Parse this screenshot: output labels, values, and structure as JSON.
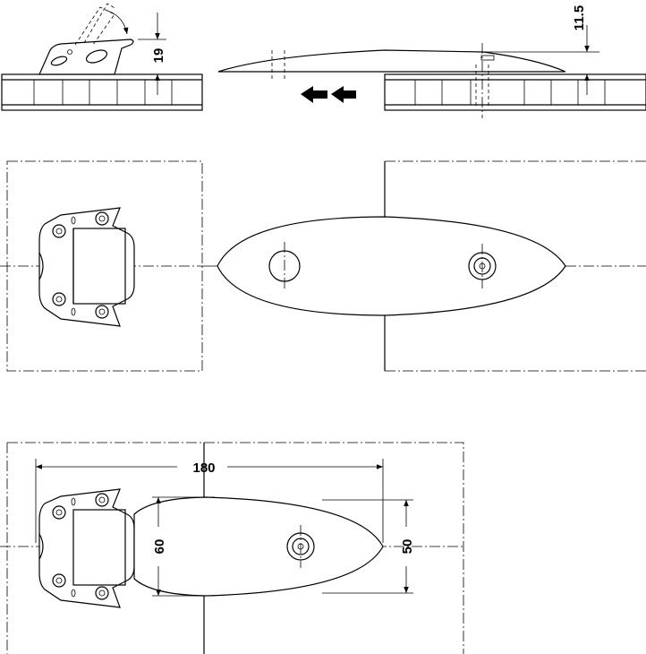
{
  "dimensions": {
    "height_side": "19",
    "offset_side": "11.5",
    "overall_length": "180",
    "width_body": "60",
    "width_plate": "50"
  },
  "indicators": {
    "direction": "slide-left-arrows"
  }
}
